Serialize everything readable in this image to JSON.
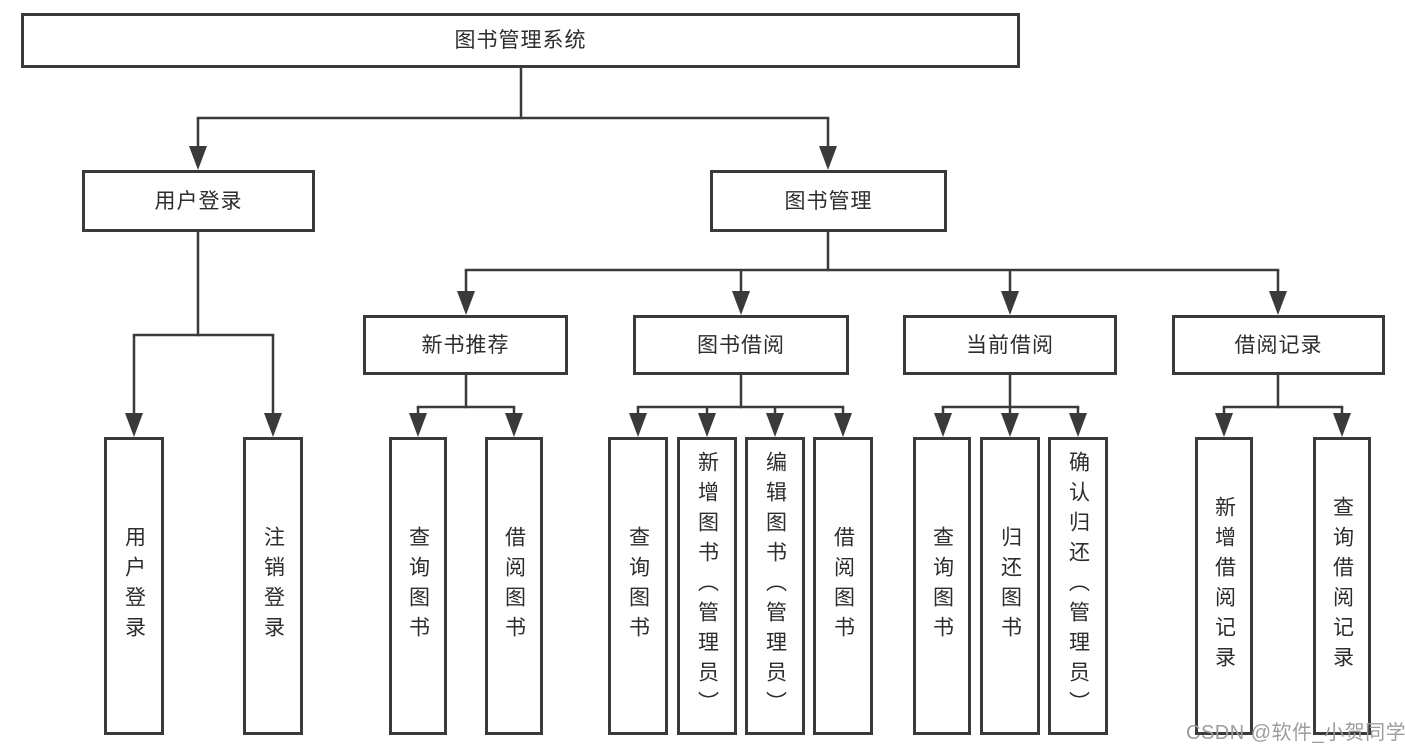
{
  "diagram": {
    "root": {
      "label": "图书管理系统"
    },
    "branches": [
      {
        "label": "用户登录",
        "children": [
          {
            "label": "用户登录"
          },
          {
            "label": "注销登录"
          }
        ]
      },
      {
        "label": "图书管理",
        "children": [
          {
            "label": "新书推荐",
            "children": [
              {
                "label": "查询图书"
              },
              {
                "label": "借阅图书"
              }
            ]
          },
          {
            "label": "图书借阅",
            "children": [
              {
                "label": "查询图书"
              },
              {
                "label": "新增图书（管理员）"
              },
              {
                "label": "编辑图书（管理员）"
              },
              {
                "label": "借阅图书"
              }
            ]
          },
          {
            "label": "当前借阅",
            "children": [
              {
                "label": "查询图书"
              },
              {
                "label": "归还图书"
              },
              {
                "label": "确认归还（管理员）"
              }
            ]
          },
          {
            "label": "借阅记录",
            "children": [
              {
                "label": "新增借阅记录"
              },
              {
                "label": "查询借阅记录"
              }
            ]
          }
        ]
      }
    ]
  },
  "watermark": {
    "text": "CSDN @软件_小贺同学",
    "color": "#9d9d9d"
  },
  "colors": {
    "line": "#3a3a3a",
    "box_border": "#3a3a3a",
    "box_fill": "#ffffff",
    "text": "#2d2d2d",
    "background": "#ffffff"
  }
}
